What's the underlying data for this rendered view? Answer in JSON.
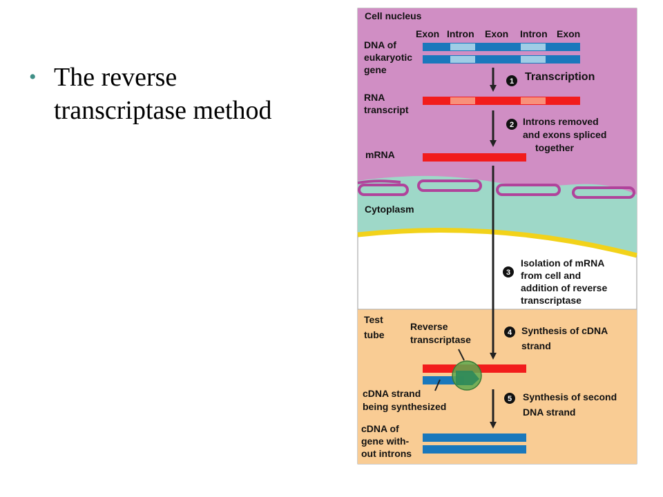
{
  "slide": {
    "bullet_line1": "The reverse",
    "bullet_line2": "transcriptase method"
  },
  "diagram": {
    "cell_nucleus": "Cell nucleus",
    "gene_parts": [
      "Exon",
      "Intron",
      "Exon",
      "Intron",
      "Exon"
    ],
    "dna_label": [
      "DNA of",
      "eukaryotic",
      "gene"
    ],
    "rna_label": [
      "RNA",
      "transcript"
    ],
    "mrna_label": "mRNA",
    "cytoplasm": "Cytoplasm",
    "test_tube": [
      "Test",
      "tube"
    ],
    "reverse_transcriptase": [
      "Reverse",
      "transcriptase"
    ],
    "cdna_synth": [
      "cDNA strand",
      "being synthesized"
    ],
    "cdna_final": [
      "cDNA of",
      "gene with-",
      "out introns"
    ],
    "steps": [
      {
        "num": "1",
        "lines": [
          "Transcription"
        ]
      },
      {
        "num": "2",
        "lines": [
          "Introns removed",
          "and exons spliced",
          "together"
        ]
      },
      {
        "num": "3",
        "lines": [
          "Isolation of mRNA",
          "from cell and",
          "addition of reverse",
          "transcriptase"
        ]
      },
      {
        "num": "4",
        "lines": [
          "Synthesis of cDNA",
          "strand"
        ]
      },
      {
        "num": "5",
        "lines": [
          "Synthesis of second",
          "DNA strand"
        ]
      }
    ],
    "colors": {
      "nucleus": "#d08ec4",
      "cytoplasm": "#9ed8c8",
      "membrane": "#f2d21a",
      "test_tube": "#f9cc94",
      "dna_blue": "#1a78bc",
      "intron_blue": "#9fcde6",
      "rna_red": "#f21c1c",
      "intron_red": "#f8907a",
      "enzyme": "#5ea84e"
    }
  }
}
